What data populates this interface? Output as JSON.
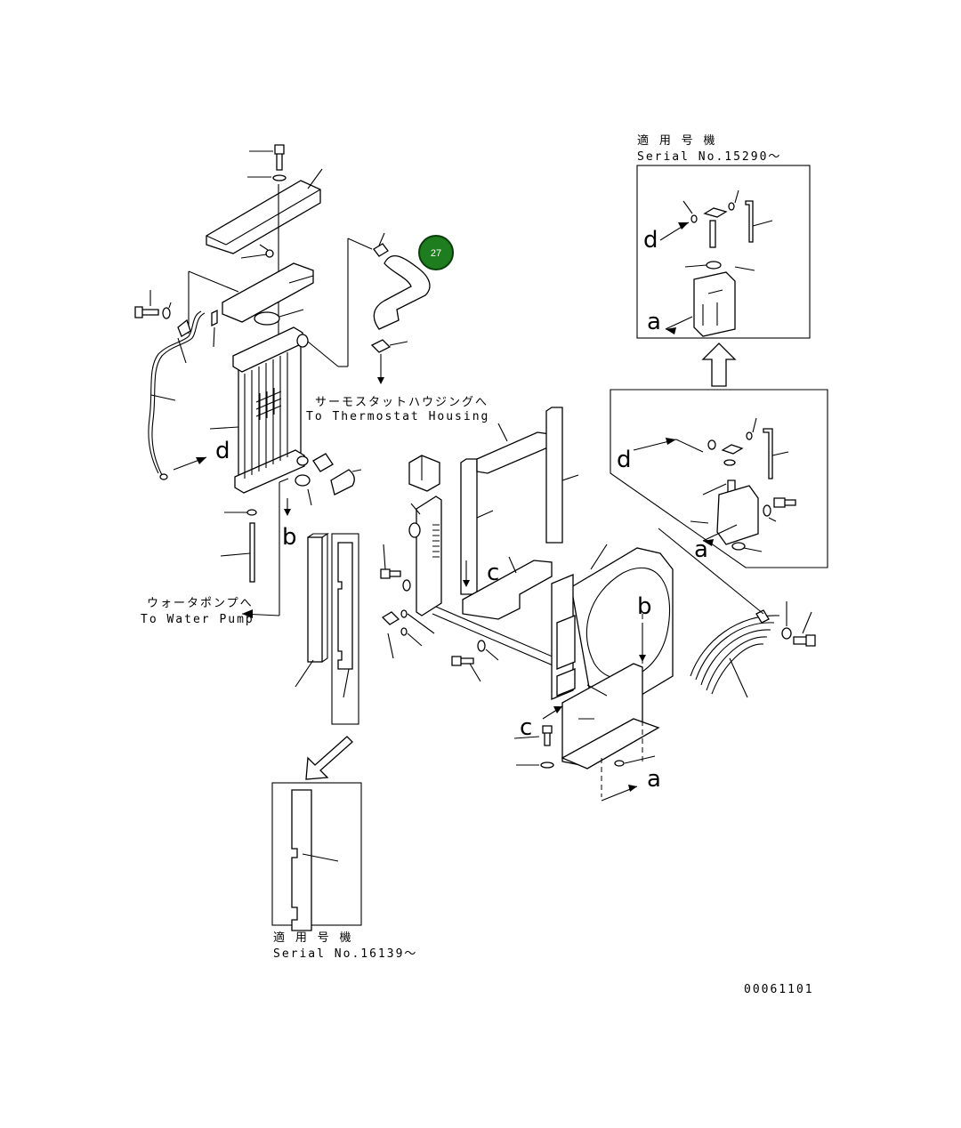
{
  "labels": {
    "thermostat_jp": "サーモスタットハウジングへ",
    "thermostat_en": "To Thermostat Housing",
    "waterpump_jp": "ウォータポンプへ",
    "waterpump_en": "To Water Pump",
    "serial_top_jp": "適 用 号 機",
    "serial_top_en": "Serial No.15290～",
    "serial_bottom_jp": "適 用 号 機",
    "serial_bottom_en": "Serial No.16139～",
    "drawing_number": "00061101"
  },
  "callout": {
    "number": "27",
    "color": "#1e7d1e"
  },
  "view_letters": {
    "a": "a",
    "b": "b",
    "c": "c",
    "d": "d"
  }
}
